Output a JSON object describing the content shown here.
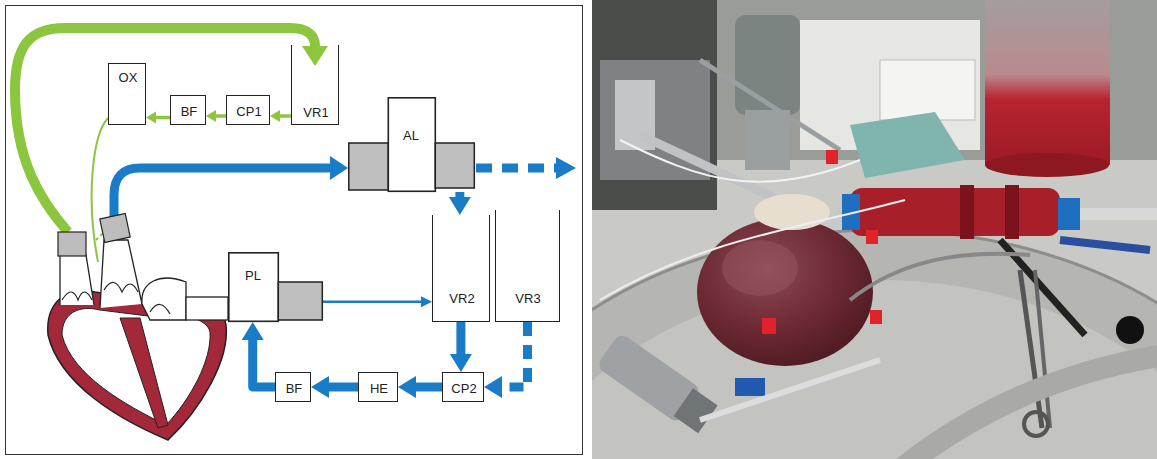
{
  "diagram": {
    "nodes": [
      {
        "text": [
          "OX"
        ]
      },
      {
        "text": [
          "BF"
        ]
      },
      {
        "text": [
          "CP1"
        ]
      },
      {
        "text": [
          "VR1"
        ]
      },
      {
        "text": [
          "AL"
        ]
      },
      {
        "text": [
          "PL"
        ]
      },
      {
        "text": [
          "VR2"
        ]
      },
      {
        "text": [
          "VR3"
        ]
      },
      {
        "text": [
          "BF"
        ]
      },
      {
        "text": [
          "HE"
        ]
      },
      {
        "text": [
          "CP2"
        ]
      }
    ],
    "edges": [
      {
        "from": 3,
        "to": 2,
        "arrow": "to"
      },
      {
        "from": 2,
        "to": 1,
        "arrow": "to"
      },
      {
        "from": 1,
        "to": 0,
        "arrow": "to"
      },
      {
        "from": 4,
        "to": 6,
        "arrow": "to"
      },
      {
        "from": 6,
        "to": 10,
        "arrow": "to"
      },
      {
        "from": 7,
        "to": 10,
        "arrow": "to"
      },
      {
        "from": 10,
        "to": 9,
        "arrow": "to"
      },
      {
        "from": 9,
        "to": 8,
        "arrow": "to"
      },
      {
        "from": 8,
        "to": 5,
        "arrow": "to"
      },
      {
        "from": 5,
        "to": 6,
        "arrow": "to"
      }
    ]
  }
}
